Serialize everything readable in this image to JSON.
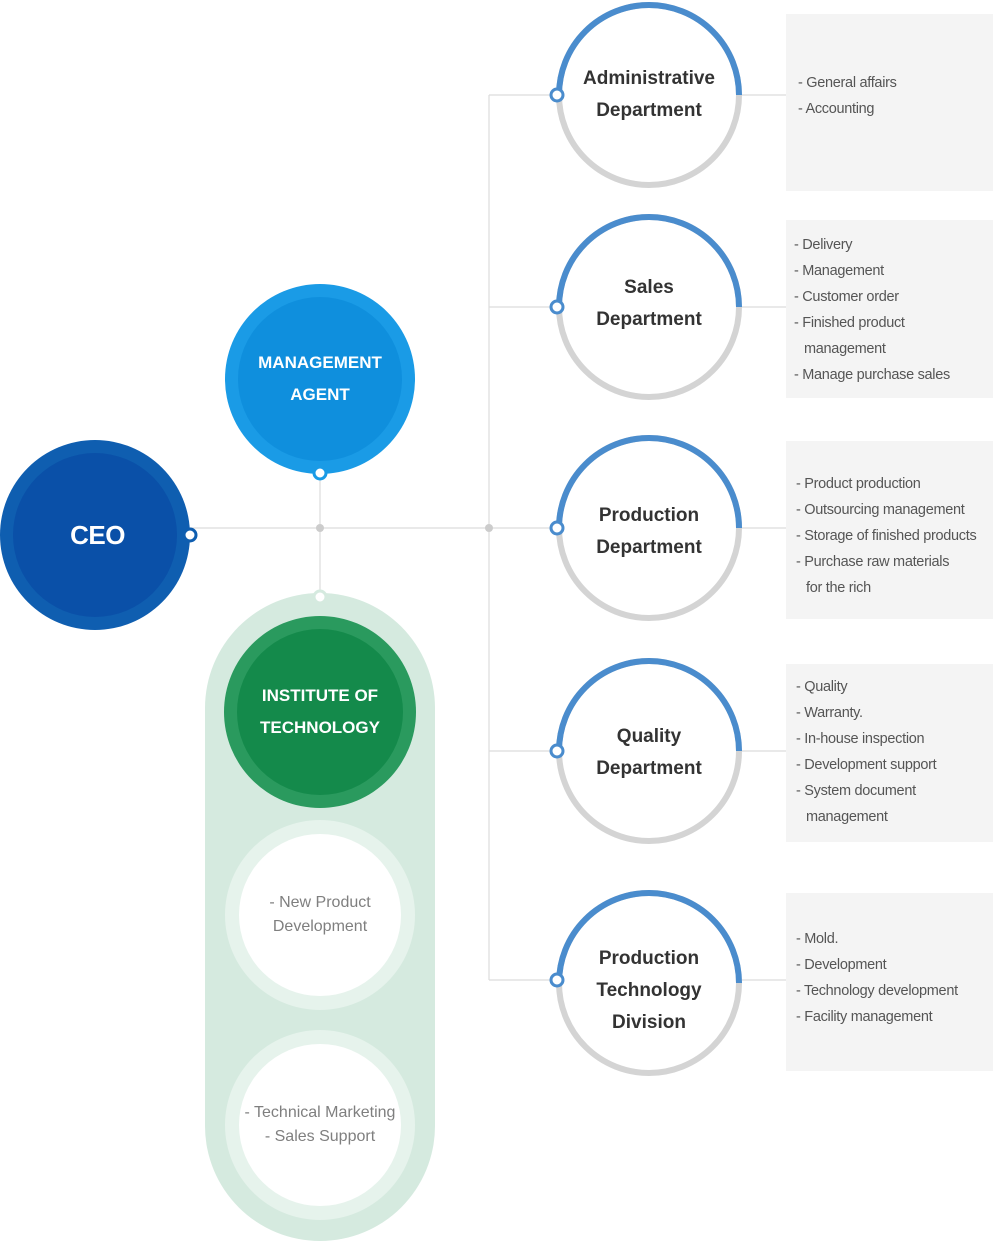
{
  "ceo": {
    "label": "CEO"
  },
  "management_agent": {
    "line1": "MANAGEMENT",
    "line2": "AGENT"
  },
  "institute": {
    "line1": "INSTITUTE OF",
    "line2": "TECHNOLOGY",
    "sub_items": [
      {
        "line1": "- New Product",
        "line2": "Development"
      },
      {
        "line1": "- Technical Marketing",
        "line2": "- Sales Support"
      }
    ]
  },
  "departments": [
    {
      "lines": [
        "Administrative",
        "Department"
      ],
      "duties": [
        "- General affairs",
        "- Accounting"
      ]
    },
    {
      "lines": [
        "Sales",
        "Department"
      ],
      "duties": [
        "- Delivery",
        "- Management",
        "- Customer order",
        "- Finished product",
        "management",
        "- Manage purchase sales"
      ]
    },
    {
      "lines": [
        "Production",
        "Department"
      ],
      "duties": [
        "- Product production",
        "- Outsourcing management",
        "- Storage of finished products",
        "- Purchase raw materials",
        "for the rich"
      ]
    },
    {
      "lines": [
        "Quality",
        "Department"
      ],
      "duties": [
        "- Quality",
        "- Warranty.",
        "- In-house inspection",
        "- Development support",
        "- System document",
        "management"
      ]
    },
    {
      "lines": [
        "Production",
        "Technology",
        "Division"
      ],
      "duties": [
        "- Mold.",
        "- Development",
        "- Technology development",
        "- Facility management"
      ]
    }
  ],
  "colors": {
    "ceo": "#0f5eb0",
    "agent": "#1a9be6",
    "institute": "#1c8b4e",
    "capsule": "#d5eadf",
    "ring_blue": "#4a8ccd",
    "ring_gray": "#d4d4d4",
    "box": "#f4f4f4",
    "line": "#dcdcdc"
  }
}
